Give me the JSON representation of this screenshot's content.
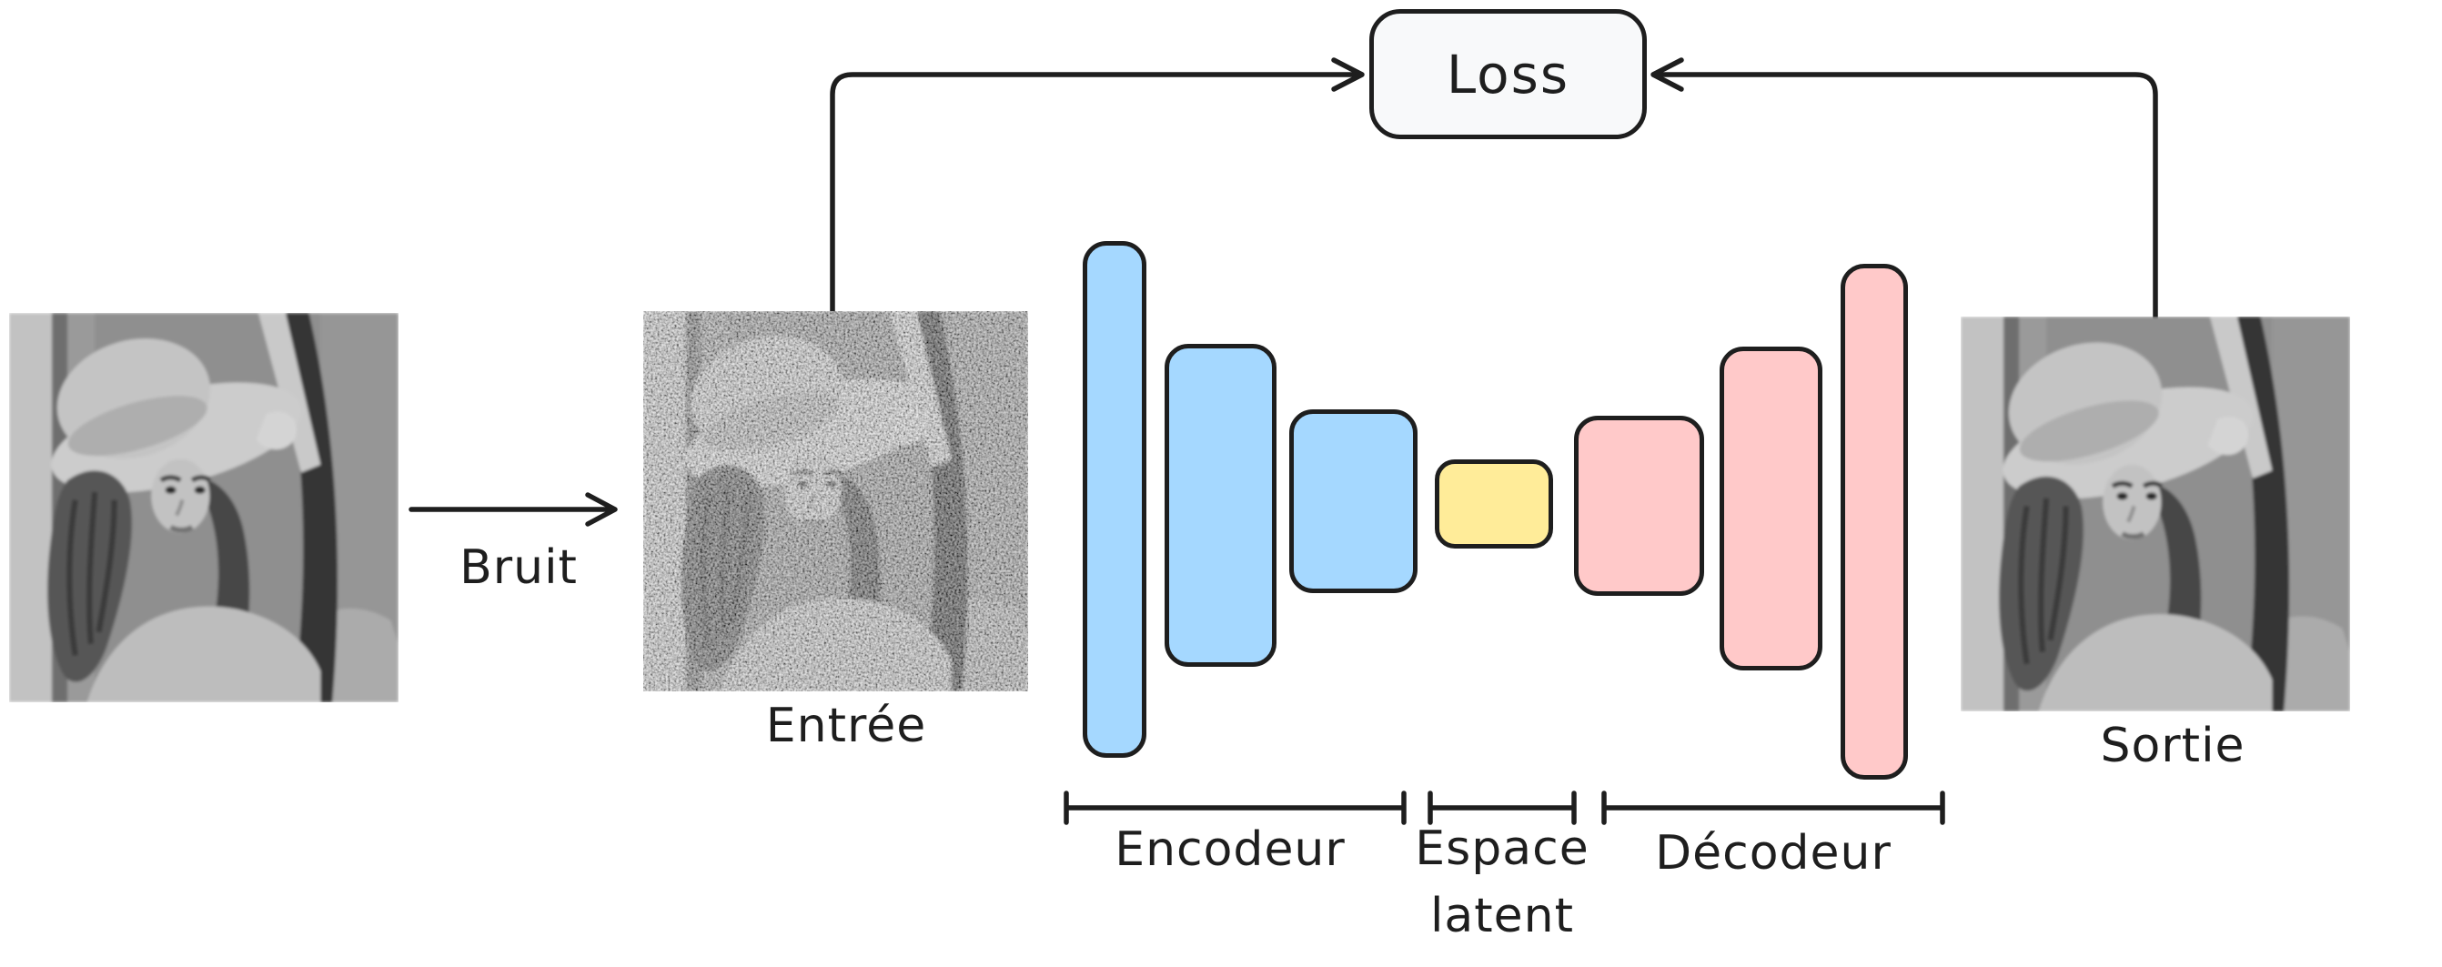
{
  "diagram": {
    "loss": {
      "label": "Loss"
    },
    "noise_arrow": {
      "label": "Bruit"
    },
    "clean_image": {
      "description": "lena-clean-grayscale-photo"
    },
    "input_image": {
      "label": "Entrée",
      "description": "lena-noisy-grayscale-photo"
    },
    "output_image": {
      "label": "Sortie",
      "description": "lena-reconstructed-grayscale-photo"
    },
    "encoder": {
      "label": "Encodeur",
      "block_count": 3
    },
    "latent": {
      "label_line1": "Espace",
      "label_line2": "latent",
      "block_count": 1
    },
    "decoder": {
      "label": "Décodeur",
      "block_count": 3
    }
  },
  "colors": {
    "canvas_bg": "#ffffff",
    "stroke": "#1e1e1e",
    "label_color": "#1e1e1e",
    "encoder_fill": "#a5d8ff",
    "latent_fill": "#ffec99",
    "decoder_fill": "#ffc9c9",
    "loss_fill": "#f8f9fa"
  }
}
